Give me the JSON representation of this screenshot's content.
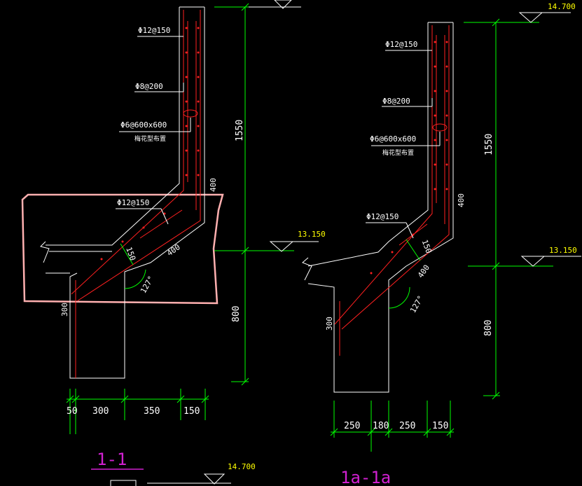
{
  "left_section": {
    "title": "1-1",
    "rebar_main_top": "Φ12@150",
    "rebar_dist": "Φ8@200",
    "rebar_tie": "Φ6@600x600",
    "rebar_tie_note": "梅花型布置",
    "rebar_main_slope": "Φ12@150",
    "dim_150": "150",
    "dim_400_slope": "400",
    "dim_400_wall": "400",
    "angle": "127°",
    "dim_300_beam": "300",
    "dim_height_upper": "1550",
    "dim_height_lower": "800",
    "bottom_dims": [
      "50",
      "300",
      "350",
      "150"
    ],
    "elev_top": "14.700",
    "elev_mid": "13.150"
  },
  "right_section": {
    "title": "1a-1a",
    "rebar_main_top": "Φ12@150",
    "rebar_dist": "Φ8@200",
    "rebar_tie": "Φ6@600x600",
    "rebar_tie_note": "梅花型布置",
    "rebar_main_slope": "Φ12@150",
    "dim_150": "150",
    "dim_400_slope": "400",
    "dim_400_wall": "400",
    "angle": "127°",
    "dim_300_beam": "300",
    "dim_height_upper": "1550",
    "dim_height_lower": "800",
    "bottom_dims": [
      "250",
      "180",
      "250",
      "150"
    ],
    "elev_top": "14.700",
    "elev_mid": "13.150"
  },
  "colors": {
    "background": "#000000",
    "outline": "#ffffff",
    "rebar": "#ff2020",
    "dimension": "#00ff00",
    "elevation_text": "#ffff00",
    "title": "#d020d0",
    "highlight_box": "#ffb0b0"
  }
}
